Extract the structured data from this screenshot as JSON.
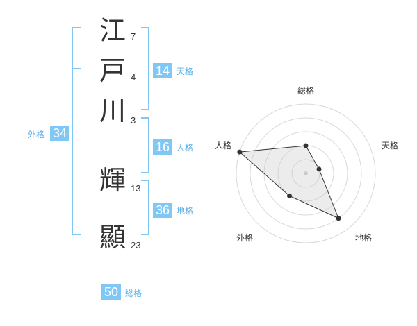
{
  "name": {
    "chars": [
      {
        "char": "江",
        "strokes": "7"
      },
      {
        "char": "戸",
        "strokes": "4"
      },
      {
        "char": "川",
        "strokes": "3"
      },
      {
        "char": "輝",
        "strokes": "13"
      },
      {
        "char": "顯",
        "strokes": "23"
      }
    ]
  },
  "fortune": {
    "tenkaku": {
      "value": "14",
      "label": "天格"
    },
    "jinkaku": {
      "value": "16",
      "label": "人格"
    },
    "chikaku": {
      "value": "36",
      "label": "地格"
    },
    "gaikaku": {
      "value": "34",
      "label": "外格"
    },
    "soukaku": {
      "value": "50",
      "label": "総格"
    }
  },
  "colors": {
    "accent": "#7fc7f5",
    "label": "#55aee8",
    "bracket": "#7fc7f5"
  },
  "chart_data": {
    "type": "radar",
    "axes": [
      "総格",
      "天格",
      "地格",
      "外格",
      "人格"
    ],
    "scale": [
      0,
      5
    ],
    "values": [
      2,
      1,
      4,
      2,
      5
    ]
  }
}
